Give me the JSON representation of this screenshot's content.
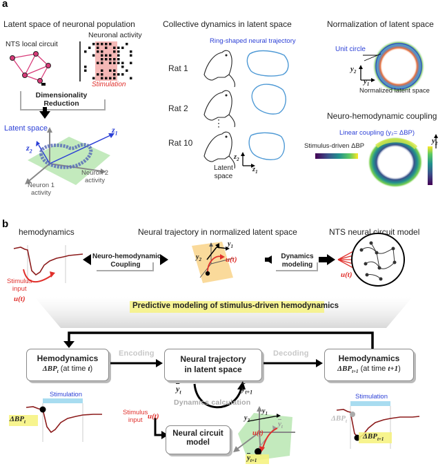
{
  "panel_a": {
    "letter": "a",
    "latent_space_title": "Latent space of neuronal population",
    "nts_local_circuit": "NTS local circuit",
    "neuronal_activity": "Neuronal activity",
    "stimulation": "Stimulation",
    "dimensionality_reduction_line1": "Dimensionality",
    "dimensionality_reduction_line2": "Reduction",
    "latent_space_label": "Latent space",
    "z1": "z",
    "z1_sub": "1",
    "z2": "z",
    "z2_sub": "2",
    "neuron1_line1": "Neuron 1",
    "neuron1_line2": "activity",
    "neuron2_line1": "Neuron 2",
    "neuron2_line2": "activity",
    "collective_title": "Collective dynamics in latent space",
    "ring_label": "Ring-shaped neural trajectory",
    "rats": [
      "Rat 1",
      "Rat 2",
      "Rat 10"
    ],
    "ellipsis": "⋮",
    "latent_space_small_line1": "Latent",
    "latent_space_small_line2": "space",
    "normalization_title": "Normalization of latent space",
    "unit_circle": "Unit circle",
    "y2": "y",
    "y2_sub": "2",
    "y1": "y",
    "y1_sub": "1",
    "normalized_latent_space": "Normalized latent space",
    "coupling_title": "Neuro-hemodynamic coupling",
    "linear_coupling": "Linear coupling (y₂= ΔBP)",
    "stimulus_driven_bp": "Stimulus-driven ΔBP",
    "colors": {
      "blue": "#2b3fd6",
      "red": "#e0302c",
      "pink": "#f5b8b6",
      "traj_blue": "#3b8fd1",
      "hemo": "#8b1a1a",
      "yellow": "#f6f27a",
      "green": "#b9e6b1",
      "orange": "#f9d48a"
    }
  },
  "panel_b": {
    "letter": "b",
    "hemodynamics": "hemodynamics",
    "neural_traj_title": "Neural trajectory in normalized latent space",
    "nts_model_title": "NTS neural circuit model",
    "nh_coupling_line1": "Neuro-hemodynamic",
    "nh_coupling_line2": "Coupling",
    "dynamics_modeling_line1": "Dynamics",
    "dynamics_modeling_line2": "modeling",
    "stimulus_input_line1": "Stimulus",
    "stimulus_input_line2": "input",
    "u_t": "u(t)",
    "predictive_title": "Predictive modeling of stimulus-driven hemodynamics",
    "hemo_box_left_title": "Hemodynamics",
    "hemo_box_left_sub_math": "ΔBP",
    "hemo_box_left_sub_index": "t",
    "hemo_box_left_sub_rest": " (at time ",
    "hemo_box_left_sub_t": "t",
    "hemo_box_left_sub_close": ")",
    "encoding": "Encoding",
    "neural_box_line1": "Neural trajectory",
    "neural_box_line2": "in latent space",
    "decoding": "Decoding",
    "hemo_box_right_title": "Hemodynamics",
    "hemo_box_right_sub_math": "ΔBP",
    "hemo_box_right_sub_index": "t+1",
    "hemo_box_right_sub_rest": " (at time ",
    "hemo_box_right_sub_t": "t",
    "hemo_box_right_sub_plus": "+1",
    "hemo_box_right_sub_close": ")",
    "stimulation": "Stimulation",
    "delta_bp_t": "ΔBP",
    "delta_bp_t_idx": "t",
    "delta_bp_t1": "ΔBP",
    "delta_bp_t1_idx": "t+1",
    "y_t": "y",
    "y_t_idx": "t",
    "y_t1": "y",
    "y_t1_idx": "t+1",
    "dynamics_calc": "Dynamics calculation",
    "neural_circuit_line1": "Neural circuit",
    "neural_circuit_line2": "model"
  }
}
